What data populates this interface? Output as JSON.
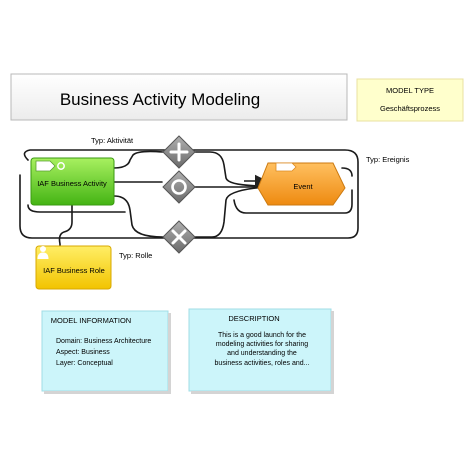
{
  "title": "Business Activity Modeling",
  "model_type": {
    "heading": "MODEL TYPE",
    "value": "Geschäftsprozess"
  },
  "labels": {
    "activity_type": "Typ: Aktivität",
    "event_type": "Typ: Ereignis",
    "role_type": "Typ: Rolle"
  },
  "nodes": {
    "activity": "IAF Business Activity",
    "event": "Event",
    "role": "IAF Business Role"
  },
  "gateways": [
    {
      "name": "and-gateway",
      "symbol": "plus"
    },
    {
      "name": "or-gateway",
      "symbol": "circle"
    },
    {
      "name": "xor-gateway",
      "symbol": "cross"
    }
  ],
  "model_information": {
    "heading": "MODEL INFORMATION",
    "lines": [
      "Domain: Business Architecture",
      "Aspect: Business",
      "Layer: Conceptual"
    ]
  },
  "description": {
    "heading": "DESCRIPTION",
    "lines": [
      "This is a good launch for the",
      "modeling activities for sharing",
      "and understanding the",
      "business activities, roles and..."
    ]
  },
  "colors": {
    "activity": "#66dd22",
    "event": "#ff9922",
    "role": "#ffdd22",
    "gateway": "#8a8a8a",
    "model_type_bg": "#ffffcc",
    "info_bg": "#ccf5fa"
  }
}
